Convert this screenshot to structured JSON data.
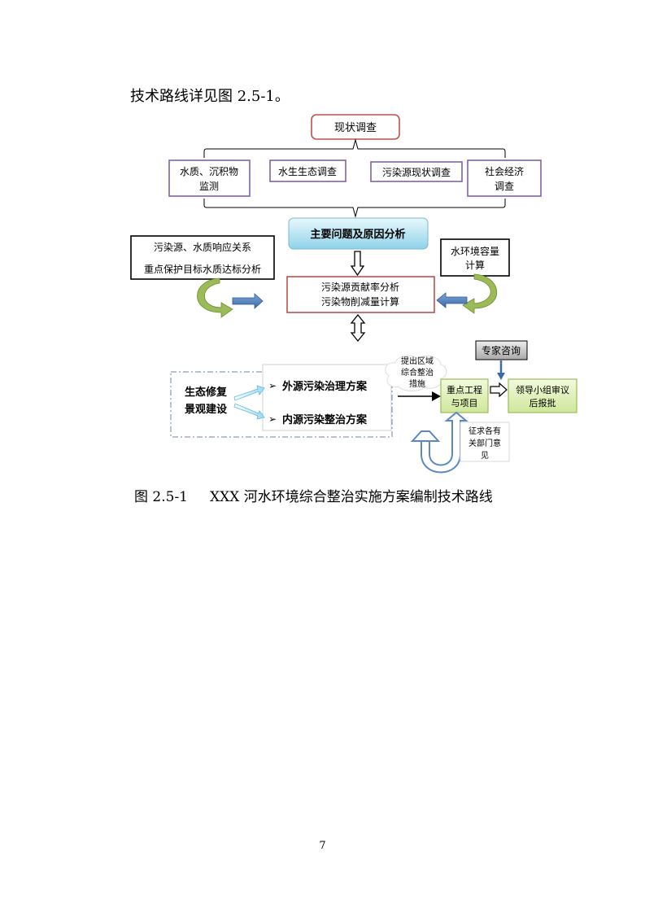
{
  "intro": "技术路线详见图 2.5-1。",
  "diagram": {
    "top": "现状调查",
    "surveys": [
      "水质、沉积物",
      "监测",
      "水生生态调查",
      "污染源现状调查",
      "社会经济",
      "调查"
    ],
    "main": "主要问题及原因分析",
    "left_box": [
      "污染源、水质响应关系",
      "重点保护目标水质达标分析"
    ],
    "right_box": [
      "水环境容量",
      "计算"
    ],
    "center_box": [
      "污染源贡献率分析",
      "污染物削减量计算"
    ],
    "eco": [
      "生态修复",
      "景观建设"
    ],
    "plans": [
      "外源污染治理方案",
      "内源污染整治方案"
    ],
    "cloud": [
      "提出区域",
      "综合整治",
      "措施"
    ],
    "project": [
      "重点工程",
      "与项目"
    ],
    "expert": "专家咨询",
    "review": [
      "领导小组审议",
      "后报批"
    ],
    "opinion": [
      "征求各有",
      "关部门意",
      "见"
    ],
    "bullet": "➢"
  },
  "caption": "图 2.5-1     XXX 河水环境综合整治实施方案编制技术路线",
  "page_number": "7"
}
